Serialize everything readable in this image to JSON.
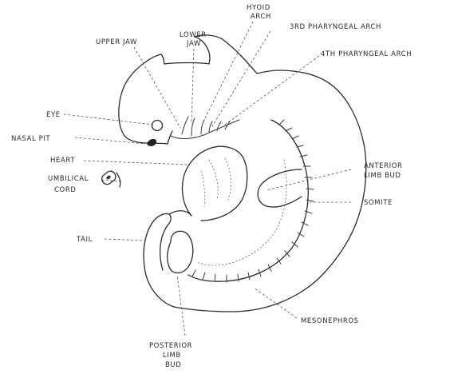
{
  "labels": {
    "upper_jaw": "UPPER JAW",
    "lower_jaw_1": "LOWER",
    "lower_jaw_2": "JAW",
    "hyoid_arch_1": "HYOID",
    "hyoid_arch_2": "ARCH",
    "third_pharyngeal_arch": "3RD PHARYNGEAL ARCH",
    "fourth_pharyngeal_arch": "4TH PHARYNGEAL ARCH",
    "eye": "EYE",
    "nasal_pit": "NASAL PIT",
    "heart": "HEART",
    "umbilical_cord_1": "UMBILICAL",
    "umbilical_cord_2": "CORD",
    "anterior_limb_bud_1": "ANTERIOR",
    "anterior_limb_bud_2": "LIMB BUD",
    "somite": "SOMITE",
    "tail": "TAIL",
    "mesonephros": "MESONEPHROS",
    "posterior_limb_bud_1": "POSTERIOR",
    "posterior_limb_bud_2": "LIMB",
    "posterior_limb_bud_3": "BUD"
  },
  "colors": {
    "ink": "#2b2b2b",
    "background": "#ffffff"
  }
}
